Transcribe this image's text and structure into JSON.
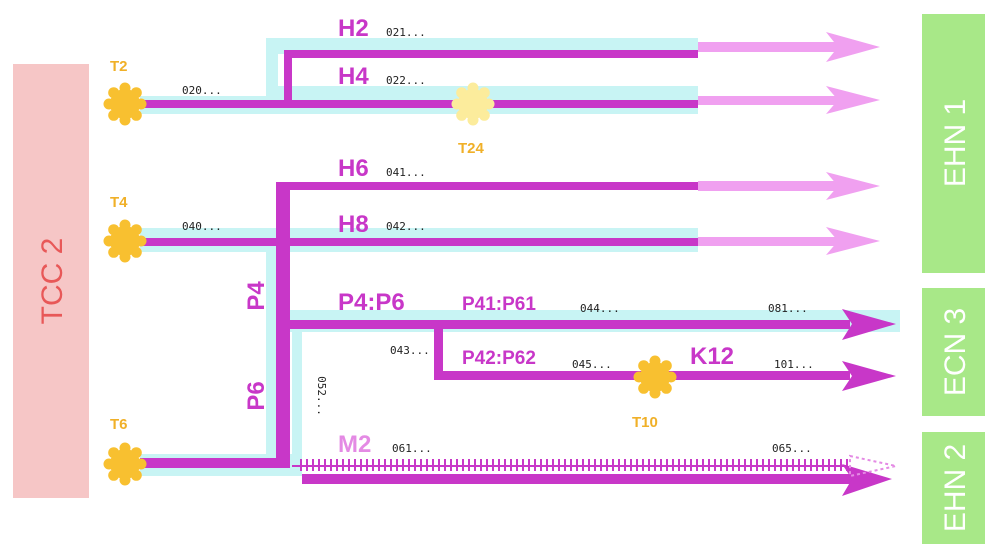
{
  "colors": {
    "beam": "#c837c8",
    "beam_light": "#f0a0f0",
    "ghost": "#e48ae4",
    "halo": "#c8f4f4",
    "target": "#f8c030",
    "target_pale": "#fcec9c",
    "target_text": "#f0b028",
    "tcc_fill": "#f6c6c6",
    "tcc_text": "#e85858",
    "area_fill": "#a8e888",
    "area_text": "#ffffff"
  },
  "areas": {
    "tcc": "TCC 2",
    "ehn1": "EHN 1",
    "ecn3": "ECN 3",
    "ehn2": "EHN 2"
  },
  "targets": {
    "t2": "T2",
    "t4": "T4",
    "t6": "T6",
    "t24": "T24",
    "t10": "T10"
  },
  "beams": {
    "h2": "H2",
    "h4": "H4",
    "h6": "H6",
    "h8": "H8",
    "p4": "P4",
    "p6": "P6",
    "p4p6": "P4:P6",
    "p41p61": "P41:P61",
    "p42p62": "P42:P62",
    "k12": "K12",
    "m2": "M2"
  },
  "codes": {
    "c020": "020...",
    "c021": "021...",
    "c022": "022...",
    "c040": "040...",
    "c041": "041...",
    "c042": "042...",
    "c043": "043...",
    "c044": "044...",
    "c045": "045...",
    "c052": "052...",
    "c061": "061...",
    "c065": "065...",
    "c081": "081...",
    "c101": "101..."
  }
}
